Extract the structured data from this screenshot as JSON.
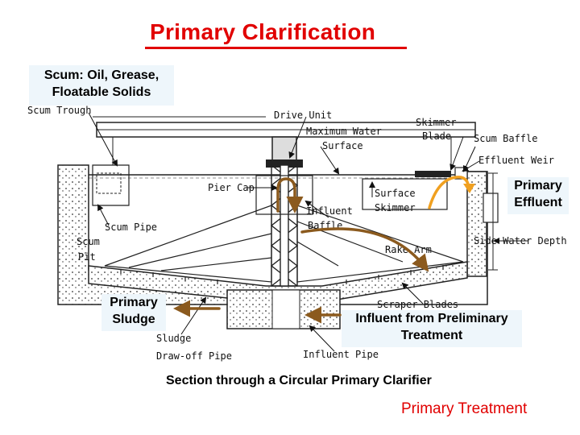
{
  "title": "Primary Clarification",
  "callouts": {
    "scum": [
      "Scum: Oil, Grease,",
      "Floatable Solids"
    ],
    "effluent": [
      "Primary",
      "Effluent"
    ],
    "sludge": [
      "Primary",
      "Sludge"
    ],
    "influent": [
      "Influent from Preliminary",
      "Treatment"
    ]
  },
  "diagram_labels": {
    "scum_trough": "Scum Trough",
    "drive_unit": "Drive Unit",
    "max_water": "Maximum Water",
    "surface": "Surface",
    "skimmer": "Skimmer",
    "blade": "Blade",
    "scum_baffle": "Scum Baffle",
    "effluent_weir": "Effluent Weir",
    "pier_cap": "Pier Cap",
    "influent": "Influent",
    "baffle": "Baffle",
    "surface2": "Surface",
    "skimmer2": "Skimmer",
    "scum_pipe": "Scum Pipe",
    "scum": "Scum",
    "pit": "Pit",
    "side_water_depth": "Side Water Depth",
    "rake_arm": "Rake Arm",
    "scraper_blades": "Scraper Blades",
    "sludge": "Sludge",
    "draw_off_pipe": "Draw-off Pipe",
    "influent_pipe": "Influent Pipe"
  },
  "caption": "Section through a Circular Primary Clarifier",
  "footer": "Primary Treatment",
  "colors": {
    "title": "#e10000",
    "arrow_brown": "#8b5a1e",
    "arrow_orange": "#f0a020",
    "callout_bg": "#eef6fb"
  }
}
